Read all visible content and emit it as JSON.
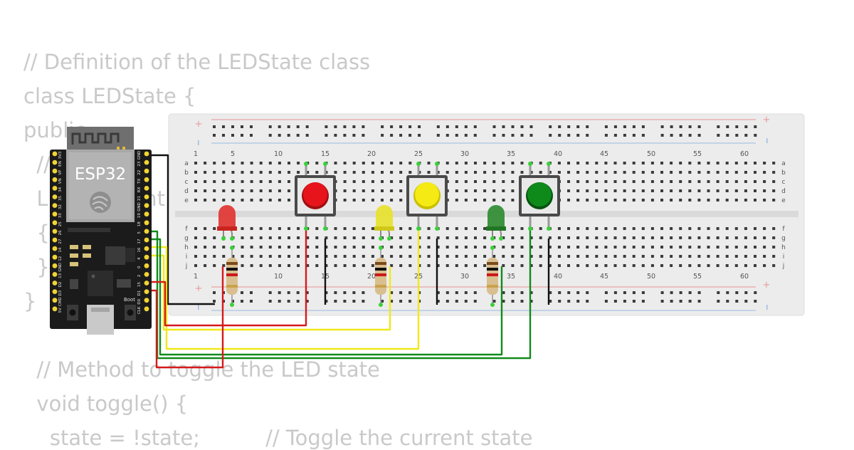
{
  "code": {
    "lines": [
      {
        "text": "// Definition of the LEDState class"
      },
      {
        "text": "class LEDState {"
      },
      {
        "text": "public:"
      },
      {
        "text": "  // State"
      },
      {
        "text": "  LEDState int"
      },
      {
        "text": "  {"
      },
      {
        "text": "  }"
      },
      {
        "text": "}"
      },
      {
        "text": "  // Method to toggle the LED state"
      },
      {
        "text": "  void toggle() {"
      },
      {
        "text": "    state = !state;          // Toggle the current state"
      }
    ]
  },
  "board": {
    "name": "ESP32",
    "boot_label": "Boot",
    "pin_labels_left": [
      "3V3",
      "EN",
      "VP",
      "VN",
      "34",
      "35",
      "32",
      "33",
      "25",
      "26",
      "27",
      "14",
      "12",
      "GND",
      "13",
      "D2",
      "D3",
      "CMD",
      "5V"
    ],
    "pin_labels_right": [
      "GND",
      "23",
      "22",
      "TX",
      "RX",
      "21",
      "GND",
      "19",
      "18",
      "5",
      "17",
      "16",
      "4",
      "0",
      "2",
      "15",
      "D1",
      "D0",
      "CLK"
    ]
  },
  "breadboard": {
    "column_numbers": [
      "1",
      "5",
      "10",
      "15",
      "20",
      "25",
      "30",
      "35",
      "40",
      "45",
      "50",
      "55",
      "60"
    ],
    "row_letters_top": [
      "a",
      "b",
      "c",
      "d",
      "e"
    ],
    "row_letters_bottom": [
      "f",
      "g",
      "h",
      "i",
      "j"
    ],
    "rail_plus": "+",
    "rail_minus": "-"
  },
  "components": {
    "leds": [
      {
        "name": "red-led",
        "color": "#e0322e"
      },
      {
        "name": "yellow-led",
        "color": "#e8e12a"
      },
      {
        "name": "green-led",
        "color": "#2b8a2e"
      }
    ],
    "buttons": [
      {
        "name": "red-button",
        "color": "#e8141b"
      },
      {
        "name": "yellow-button",
        "color": "#f5ea14"
      },
      {
        "name": "green-button",
        "color": "#0d8a1a"
      }
    ]
  },
  "colors": {
    "wire_red": "#d61a1a",
    "wire_yellow": "#f0e81c",
    "wire_green": "#118a1c",
    "wire_black": "#111111",
    "breadboard": "#ececec",
    "rail_red": "#e8a6a6",
    "rail_blue": "#a9c6e6"
  }
}
